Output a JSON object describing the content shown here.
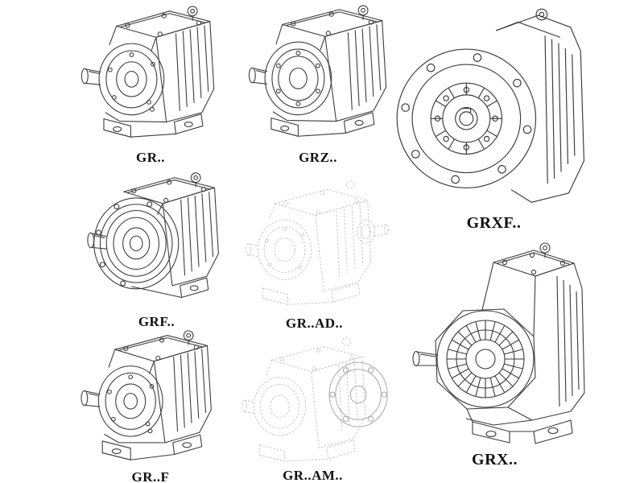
{
  "colors": {
    "line": "#3a3a3a",
    "ghost": "#c4c4c4",
    "ghost_strong": "#a6a6a6"
  },
  "figures": [
    {
      "id": "gr",
      "label": "GR..",
      "drawing": "foot-mounted-helical-gearbox-isometric",
      "render": "solid"
    },
    {
      "id": "grz",
      "label": "GRZ..",
      "drawing": "foot-mounted-helical-gearbox-isometric",
      "render": "solid"
    },
    {
      "id": "grxf",
      "label": "GRXF..",
      "drawing": "flange-mounted-gearbox-front-view",
      "render": "solid"
    },
    {
      "id": "grf",
      "label": "GRF..",
      "drawing": "flange-output-gearbox-isometric",
      "render": "solid"
    },
    {
      "id": "grad",
      "label": "GR..AD..",
      "drawing": "gearbox-with-input-shaft-adapter-ghost",
      "render": "ghost"
    },
    {
      "id": "grfoot",
      "label": "GR..F",
      "drawing": "foot-mounted-helical-gearbox-isometric",
      "render": "solid"
    },
    {
      "id": "gram",
      "label": "GR..AM..",
      "drawing": "gearbox-with-motor-flange-adapter-ghost",
      "render": "ghost"
    },
    {
      "id": "grx",
      "label": "GRX..",
      "drawing": "large-foot-mounted-gearbox-isometric",
      "render": "solid"
    }
  ]
}
